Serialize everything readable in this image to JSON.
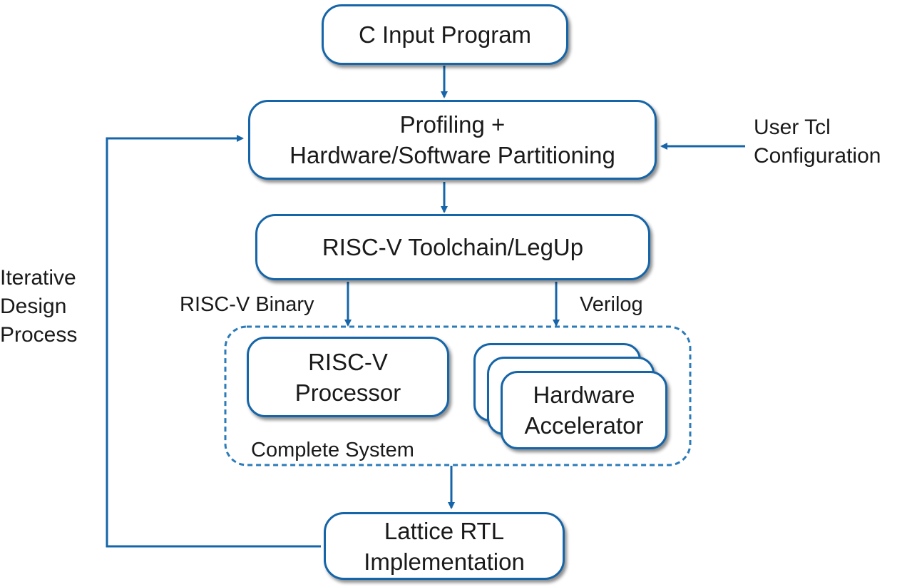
{
  "nodes": {
    "c_input": {
      "line1": "C Input Program"
    },
    "profiling": {
      "line1": "Profiling +",
      "line2": "Hardware/Software Partitioning"
    },
    "toolchain": {
      "line1": "RISC-V Toolchain/LegUp"
    },
    "processor": {
      "line1": "RISC-V",
      "line2": "Processor"
    },
    "accelerator": {
      "line1": "Hardware",
      "line2": "Accelerator"
    },
    "lattice": {
      "line1": "Lattice RTL",
      "line2": "Implementation"
    }
  },
  "labels": {
    "user_tcl": {
      "line1": "User Tcl",
      "line2": "Configuration"
    },
    "iterative": {
      "line1": "Iterative",
      "line2": "Design",
      "line3": "Process"
    },
    "risc_binary": "RISC-V Binary",
    "verilog": "Verilog",
    "complete_system": "Complete System"
  },
  "colors": {
    "stroke": "#1565a8",
    "group_border": "#2b7bb9",
    "text": "#1a1a1a",
    "background": "#ffffff"
  }
}
